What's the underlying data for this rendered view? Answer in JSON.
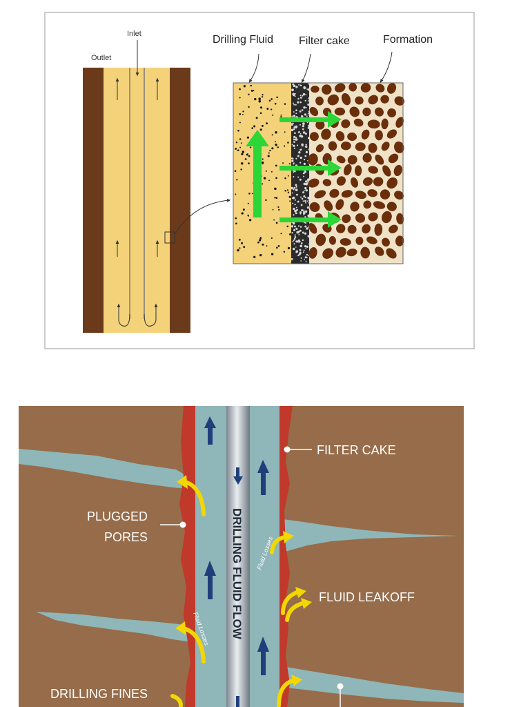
{
  "top_diagram": {
    "labels": {
      "inlet": "Inlet",
      "outlet": "Outlet",
      "drilling_fluid": "Drilling Fluid",
      "filter_cake": "Filter cake",
      "formation": "Formation"
    },
    "colors": {
      "wall": "#6b3a1a",
      "fluid": "#f3d27a",
      "formation_grain": "#6a2e0b",
      "arrow_green": "#2bd636"
    }
  },
  "bottom_diagram": {
    "labels": {
      "filter_cake": "FILTER CAKE",
      "plugged_pores": [
        "PLUGGED",
        "PORES"
      ],
      "drilling_fluid_flow": "DRILLING FLUID FLOW",
      "fluid_losses_1": "Fluid Losses",
      "fluid_losses_2": "Fluid Losses",
      "fluid_leakoff": "FLUID LEAKOFF",
      "drilling_fines": "DRILLING FINES"
    },
    "colors": {
      "formation": "#966c4a",
      "wellbore": "#8fb6b8",
      "cake": "#c1392b",
      "arrow_blue": "#1f3f7a",
      "arrow_yellow": "#f2d800"
    }
  }
}
